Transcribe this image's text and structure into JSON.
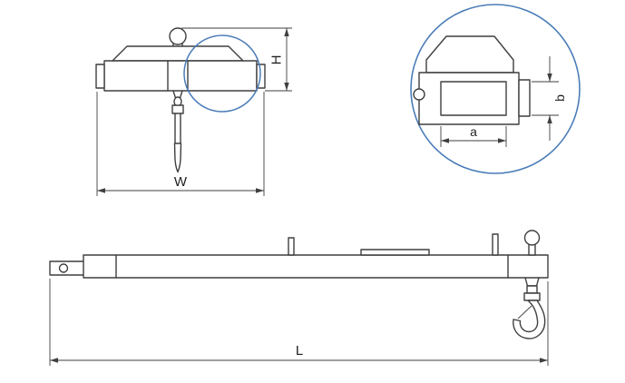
{
  "colors": {
    "line": "#3f3f3f",
    "accent_blue": "#4a7cb8",
    "text": "#1f1f1f"
  },
  "dimensions": {
    "front_view": {
      "height": "H",
      "width": "W"
    },
    "detail_view": {
      "pocket_width": "a",
      "pocket_height": "b"
    },
    "side_view": {
      "length": "L"
    }
  }
}
